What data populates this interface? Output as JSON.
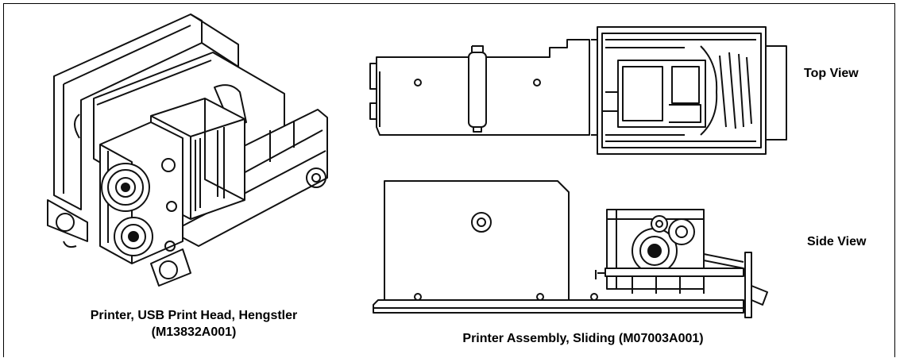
{
  "left_figure": {
    "caption_line1": "Printer, USB Print Head, Hengstler",
    "caption_line2": "(M13832A001)"
  },
  "right_figure": {
    "caption": "Printer Assembly, Sliding (M07003A001)",
    "top_view_label": "Top View",
    "side_view_label": "Side View"
  }
}
